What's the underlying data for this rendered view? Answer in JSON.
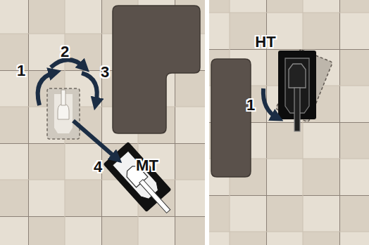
{
  "diagram": {
    "labels": [
      "1",
      "2",
      "3",
      "MT",
      "4",
      "HT",
      "1"
    ]
  }
}
